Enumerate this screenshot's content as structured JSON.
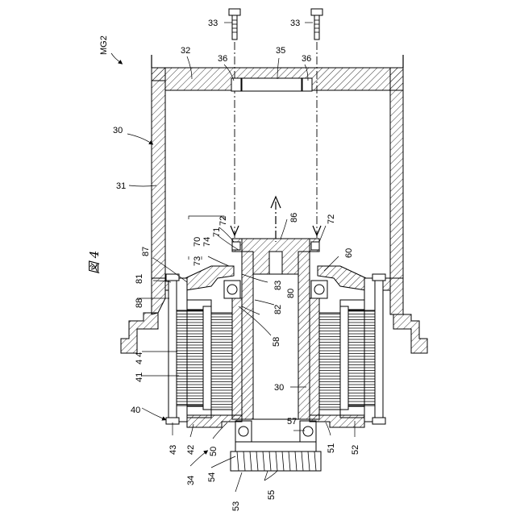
{
  "figure": {
    "title": "図 4",
    "assembly_label": "MG2"
  },
  "labels": {
    "l33a": "33",
    "l33b": "33",
    "l32": "32",
    "l36a": "36",
    "l35": "35",
    "l36b": "36",
    "l30a": "30",
    "l31": "31",
    "l72a": "72",
    "l86": "86",
    "l72b": "72",
    "l70": "70",
    "l74": "74",
    "l71": "71",
    "l73": "73",
    "l60": "60",
    "l87": "87",
    "l83": "83",
    "l80": "80",
    "l82": "82",
    "l88": "88",
    "l81": "81",
    "l58": "58",
    "l44": "4 4",
    "l41": "41",
    "l30b": "30",
    "l40": "40",
    "l57": "57",
    "l43": "43",
    "l42": "42",
    "l50": "50",
    "l51": "51",
    "l52": "52",
    "l34": "34",
    "l54": "54",
    "l53": "53",
    "l55": "55"
  }
}
